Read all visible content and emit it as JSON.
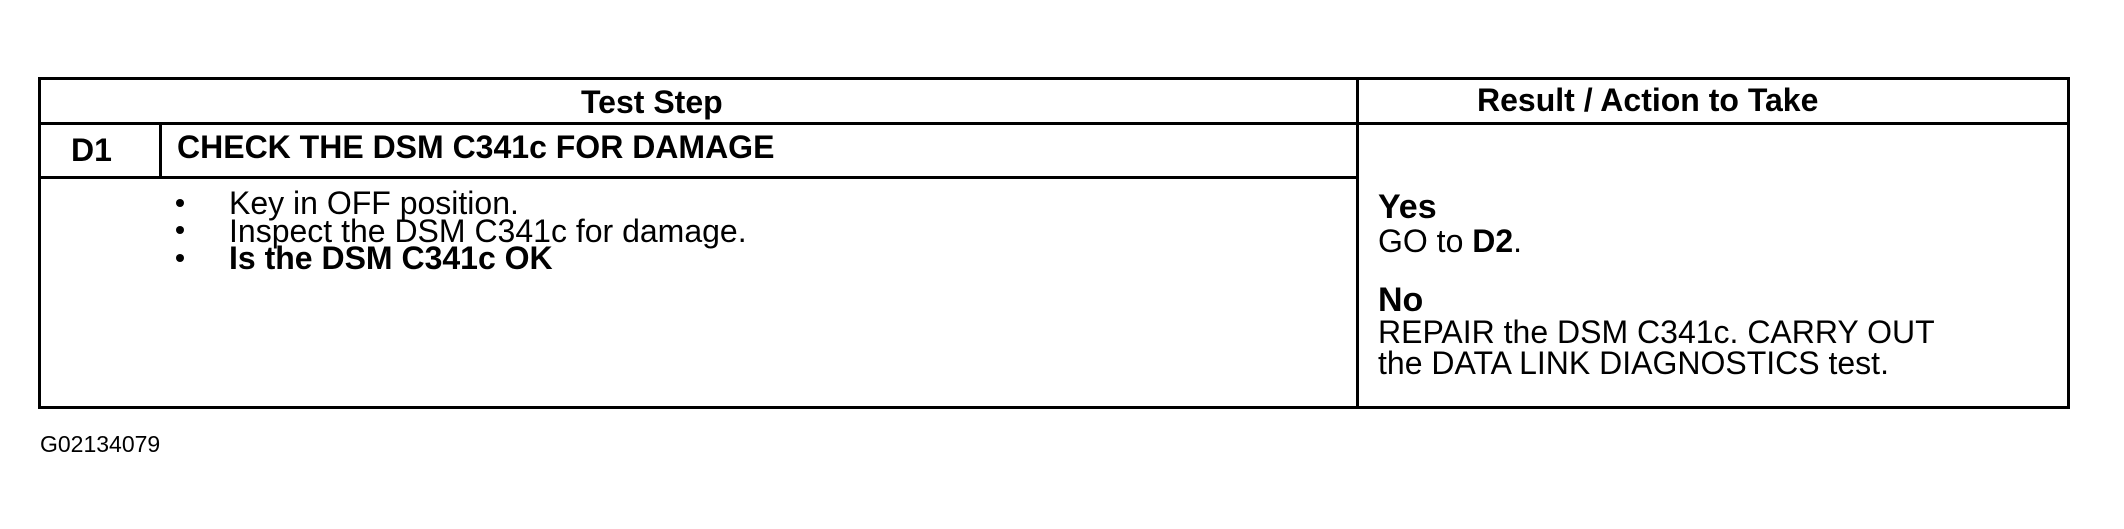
{
  "table": {
    "header": {
      "test_step": "Test Step",
      "result_action": "Result / Action to Take"
    },
    "step": {
      "id": "D1",
      "title": "CHECK THE DSM C341c FOR DAMAGE",
      "bullets": [
        "Key in OFF position.",
        "Inspect the DSM C341c for damage.",
        "Is the DSM C341c OK"
      ]
    },
    "results": {
      "yes_label": "Yes",
      "yes_prefix": "GO to",
      "yes_target": "D2",
      "yes_suffix": ".",
      "no_label": "No",
      "no_line1": "REPAIR the DSM C341c. CARRY OUT",
      "no_line2": "the DATA LINK DIAGNOSTICS test."
    }
  },
  "figure_id": "G02134079"
}
